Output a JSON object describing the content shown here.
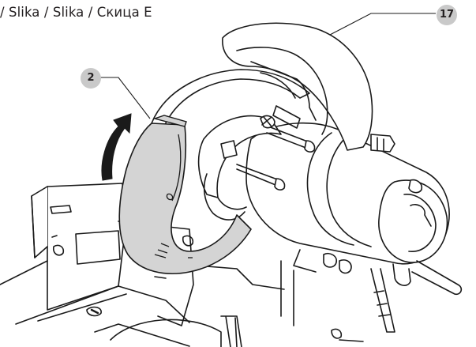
{
  "caption": {
    "text": "/ Slika / Slika / Скица E"
  },
  "callouts": [
    {
      "label": "2"
    },
    {
      "label": "17"
    }
  ],
  "colors": {
    "ink": "#1a1a1a",
    "guard_fill": "#d4d4d4",
    "callout_fill": "#c9c9c9"
  },
  "illustration": {
    "subject": "miter-saw-blade-guard-raised",
    "arrow": "upward-curved-arrow-icon"
  }
}
